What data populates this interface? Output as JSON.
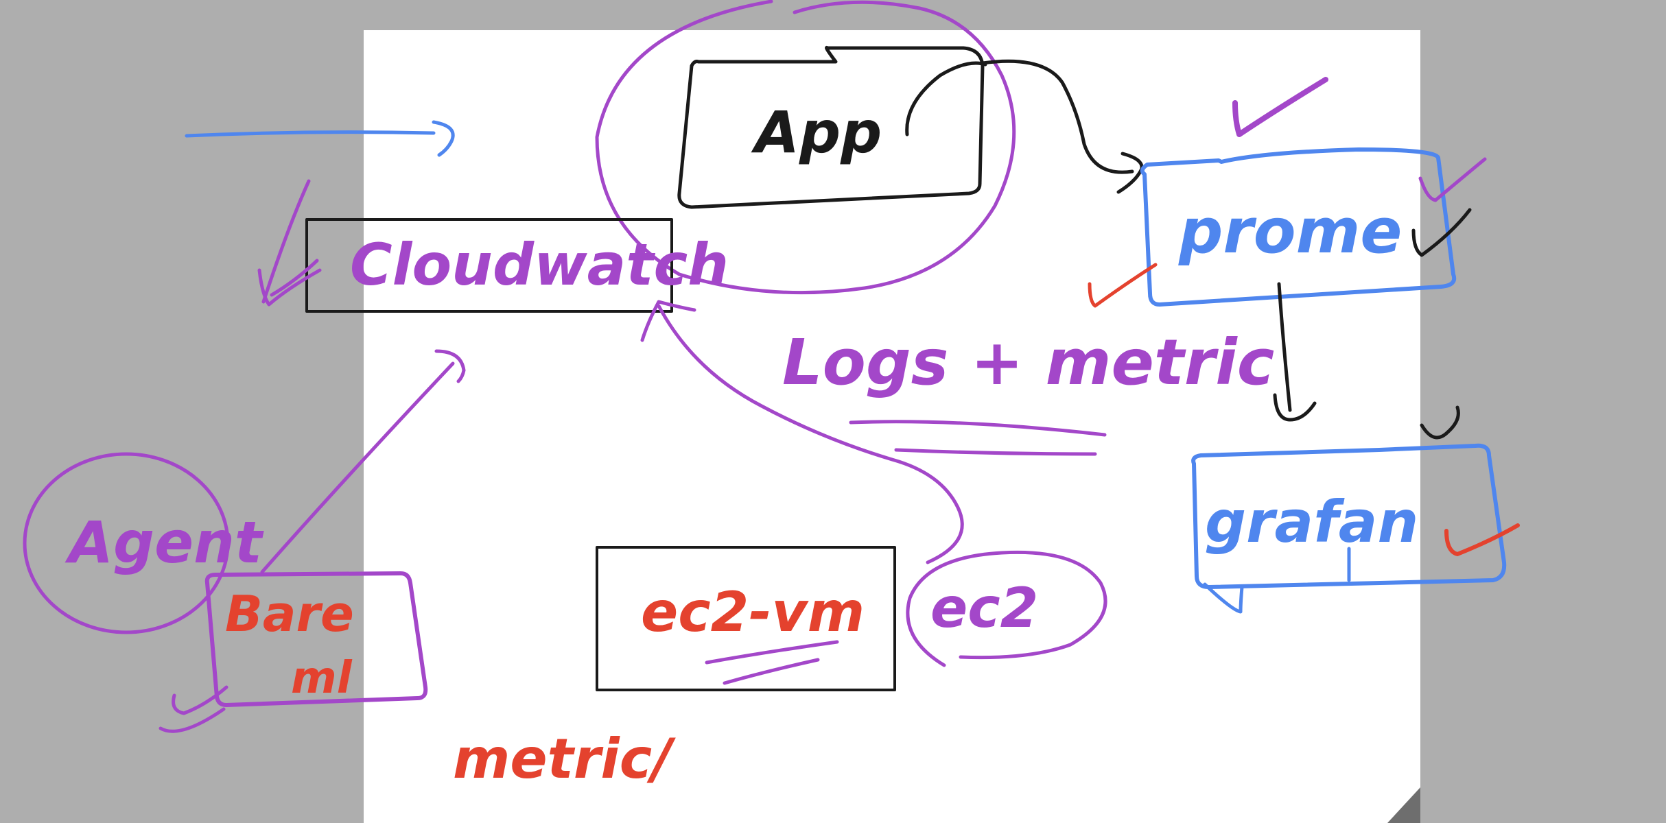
{
  "colors": {
    "background_gray": "#aeaeae",
    "sheet_white": "#ffffff",
    "ink_black": "#1a1a1a",
    "ink_purple": "#a347c9",
    "ink_blue": "#4f86ee",
    "ink_red": "#e4422e"
  },
  "labels": {
    "app": "App",
    "cloudwatch": "Cloudwatch",
    "prome": "prome",
    "grafana": "grafan",
    "logs_metric": "Logs + metric",
    "agent": "Agent",
    "bare_metal_line1": "Bare",
    "bare_metal_line2": "ml",
    "ec2_vm": "ec2-vm",
    "ec2": "ec2",
    "metric": "metric/"
  }
}
